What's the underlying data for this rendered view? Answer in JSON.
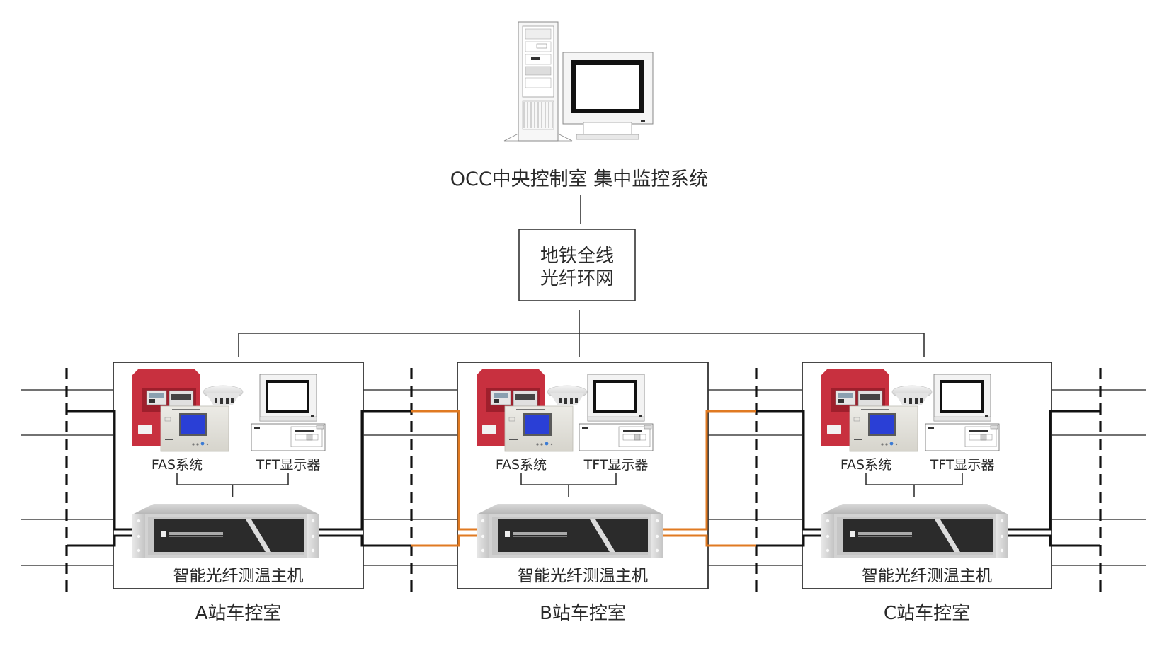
{
  "occ": {
    "label": "OCC中央控制室  集中监控系统",
    "icon": "workstation-icon"
  },
  "ring_network": {
    "line1": "地铁全线",
    "line2": "光纤环网"
  },
  "stations": [
    {
      "name": "A站车控室",
      "fas_label": "FAS系统",
      "tft_label": "TFT显示器",
      "host_label": "智能光纤测温主机",
      "left_link_color": "#111111",
      "right_link_color": "#111111"
    },
    {
      "name": "B站车控室",
      "fas_label": "FAS系统",
      "tft_label": "TFT显示器",
      "host_label": "智能光纤测温主机",
      "left_link_color": "#e07a22",
      "right_link_color": "#e07a22"
    },
    {
      "name": "C站车控室",
      "fas_label": "FAS系统",
      "tft_label": "TFT显示器",
      "host_label": "智能光纤测温主机",
      "left_link_color": "#111111",
      "right_link_color": "#111111"
    }
  ],
  "colors": {
    "line": "#333333",
    "fiber_highlight": "#e07a22",
    "fas_red": "#c8303f",
    "screen_blue": "#2a3fd6",
    "server_panel": "#2b2b2b"
  }
}
